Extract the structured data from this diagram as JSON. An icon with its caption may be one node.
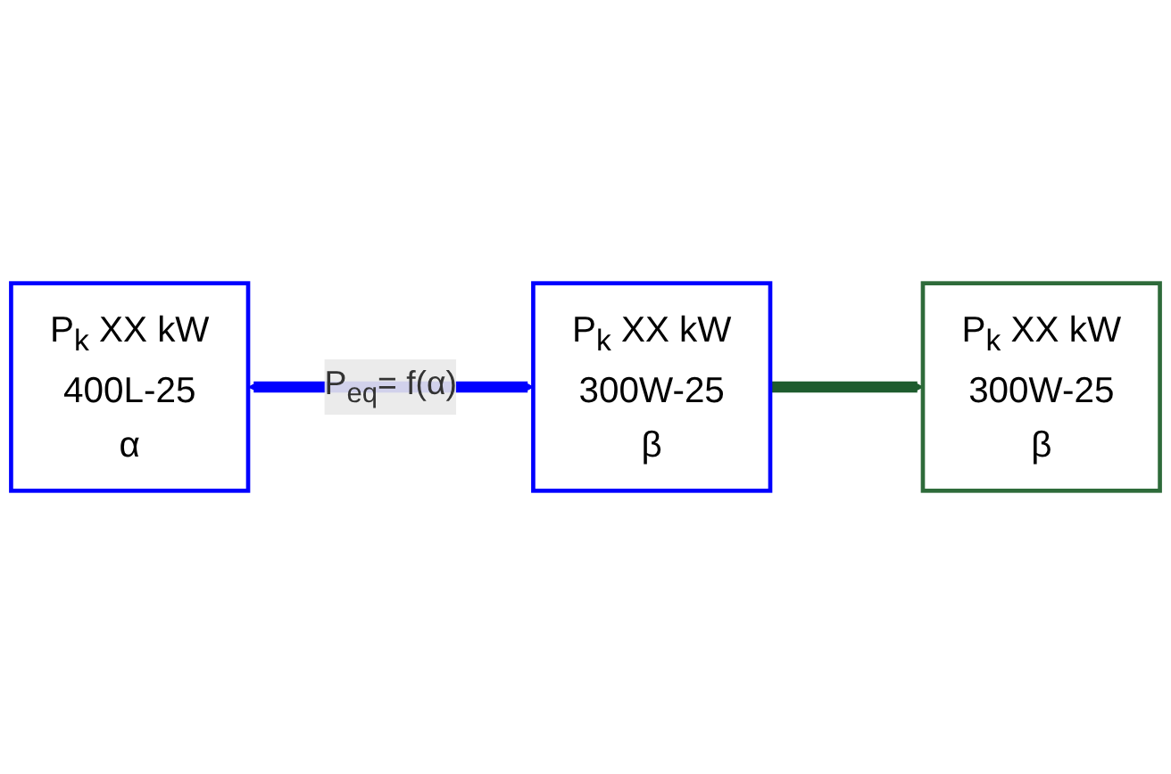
{
  "diagram": {
    "nodes": [
      {
        "text": [
          "P$_{k}$ XX kW",
          "400L-25",
          "α"
        ]
      },
      {
        "text": [
          "P$_{k}$ XX kW",
          "300W-25",
          "β"
        ]
      },
      {
        "text": [
          "P$_{k}$ XX kW",
          "300W-25",
          "β"
        ]
      }
    ],
    "edges": [
      {
        "from": 0,
        "to": 1,
        "arrow": "both",
        "label": "P$_{eq}$= f(α)",
        "color": "#0000ff"
      },
      {
        "from": 1,
        "to": 2,
        "arrow": "to",
        "color": "#1e5c2e"
      }
    ]
  }
}
